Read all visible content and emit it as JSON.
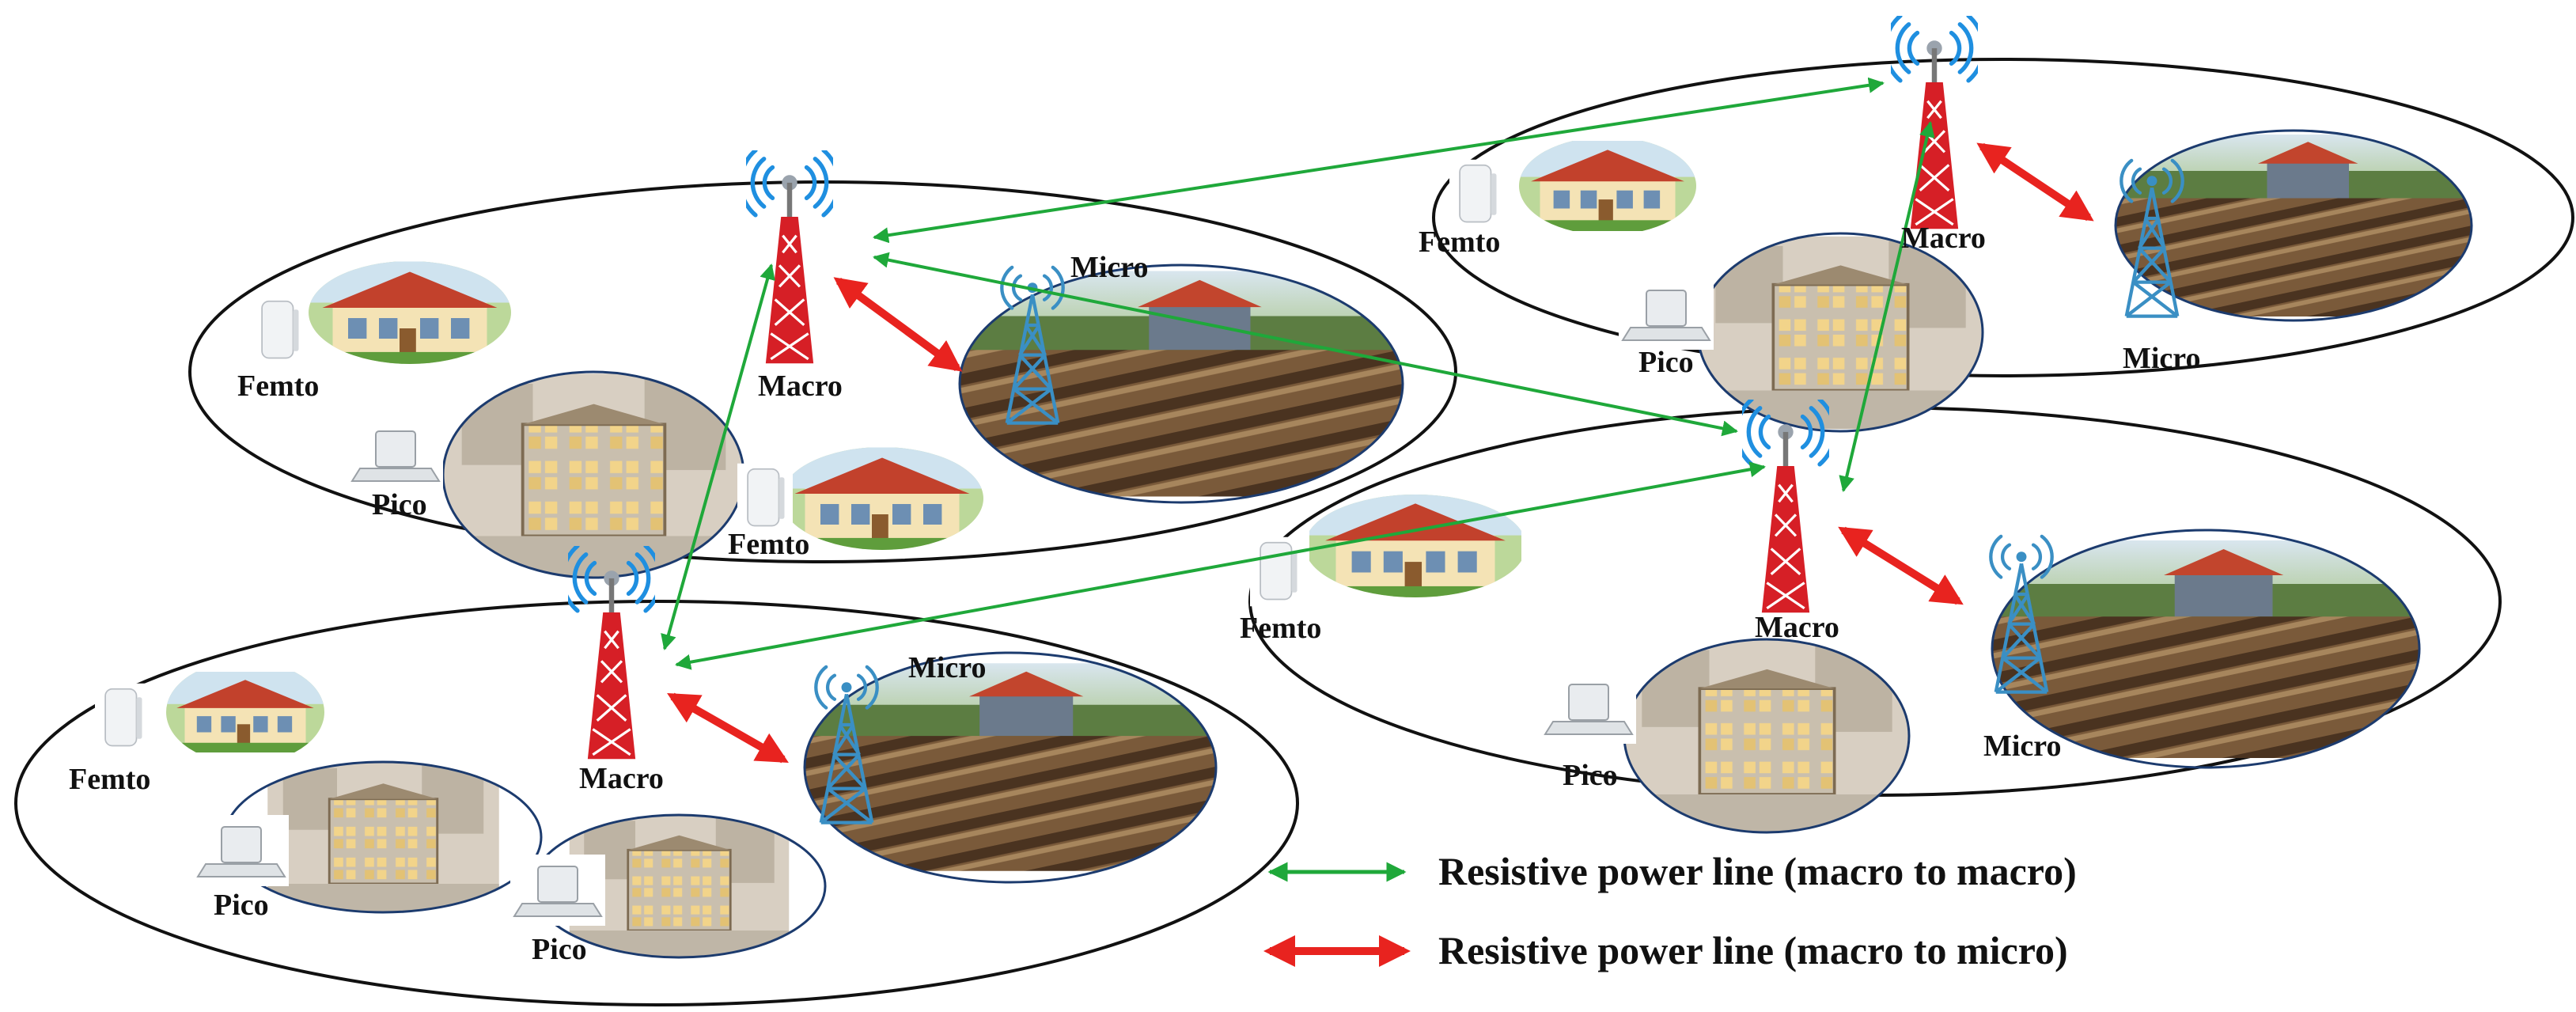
{
  "labels": {
    "macro": "Macro",
    "micro": "Micro",
    "pico": "Pico",
    "femto": "Femto"
  },
  "legend": {
    "green": "Resistive power line (macro to macro)",
    "red": "Resistive power line (macro to micro)"
  },
  "colors": {
    "green_line": "#1fa83a",
    "red_line": "#e8231f",
    "tower_red": "#d61f26",
    "signal_blue": "#1f8fe0",
    "micro_blue": "#3a8fc4",
    "cell_outline": "#111111"
  },
  "icons": {
    "macro": "macro-tower-icon",
    "micro": "micro-tower-icon",
    "pico": "pico-device-icon",
    "femto": "femto-device-icon",
    "scene_house": "house-scene",
    "scene_city": "city-scene",
    "scene_field": "field-scene"
  }
}
